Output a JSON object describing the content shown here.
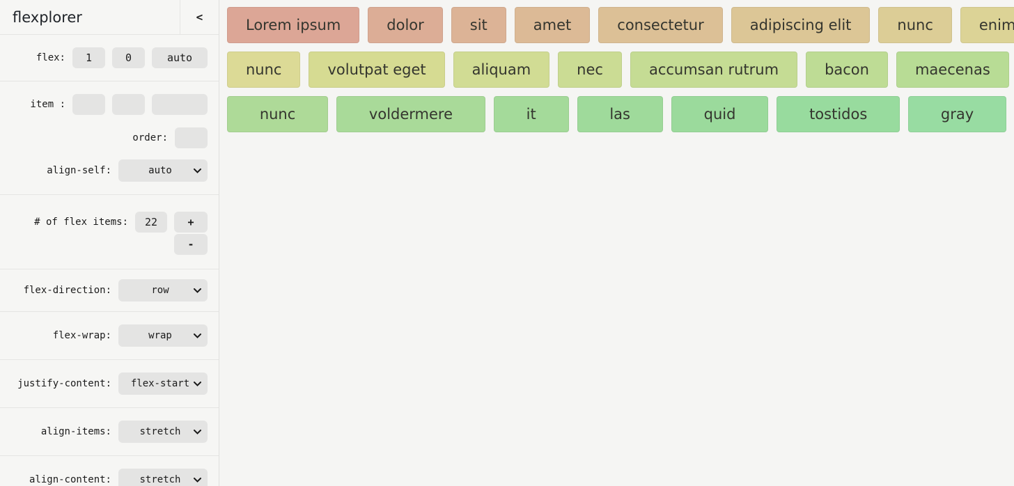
{
  "header": {
    "title": "flexplorer",
    "collapse_label": "<"
  },
  "sidebar": {
    "flex": {
      "label": "flex:",
      "grow": "1",
      "shrink": "0",
      "basis": "auto"
    },
    "item": {
      "label": "item :",
      "grow": "",
      "shrink": "",
      "basis": ""
    },
    "order": {
      "label": "order:",
      "value": ""
    },
    "align_self": {
      "label": "align-self:",
      "value": "auto"
    },
    "count": {
      "label": "# of flex items:",
      "value": "22",
      "increment_label": "+",
      "decrement_label": "-"
    },
    "flex_direction": {
      "label": "flex-direction:",
      "value": "row"
    },
    "flex_wrap": {
      "label": "flex-wrap:",
      "value": "wrap"
    },
    "justify_content": {
      "label": "justify-content:",
      "value": "flex-start"
    },
    "align_items": {
      "label": "align-items:",
      "value": "stretch"
    },
    "align_content": {
      "label": "align-content:",
      "value": "stretch"
    }
  },
  "flex_items": {
    "rows": [
      [
        {
          "label": "Lorem ipsum",
          "color": "#dca696"
        },
        {
          "label": "dolor",
          "color": "#dcad96"
        },
        {
          "label": "sit",
          "color": "#dcb396"
        },
        {
          "label": "amet",
          "color": "#dcba96"
        },
        {
          "label": "consectetur",
          "color": "#dcc096"
        },
        {
          "label": "adipiscing elit",
          "color": "#dcc696"
        },
        {
          "label": "nunc",
          "color": "#dccd96"
        },
        {
          "label": "enim",
          "color": "#dcd396"
        }
      ],
      [
        {
          "label": "nunc",
          "color": "#dcda96"
        },
        {
          "label": "volutpat eget",
          "color": "#d6db92"
        },
        {
          "label": "aliquam",
          "color": "#d1dc94"
        },
        {
          "label": "nec",
          "color": "#cbdc94"
        },
        {
          "label": "accumsan rutrum",
          "color": "#c5dc94"
        },
        {
          "label": "bacon",
          "color": "#bedc95"
        },
        {
          "label": "maecenas",
          "color": "#b8dc95"
        }
      ],
      [
        {
          "label": "nunc",
          "color": "#aeda98"
        },
        {
          "label": "voldermere",
          "color": "#a9da99"
        },
        {
          "label": "it",
          "color": "#a4da9a"
        },
        {
          "label": "las",
          "color": "#9fda9b"
        },
        {
          "label": "quid",
          "color": "#9bda9c"
        },
        {
          "label": "tostidos",
          "color": "#98db9e"
        },
        {
          "label": "gray",
          "color": "#98dca2"
        }
      ]
    ]
  }
}
